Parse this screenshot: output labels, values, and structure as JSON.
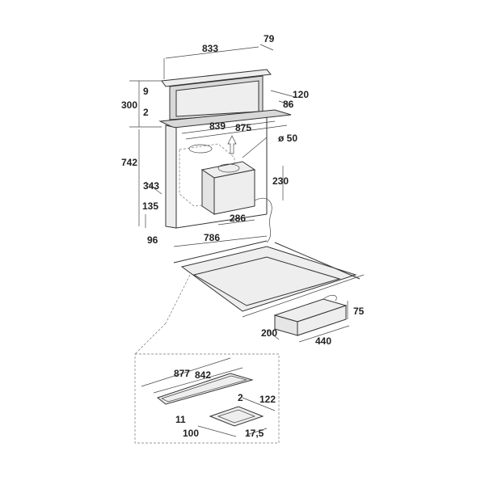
{
  "drawing": {
    "hood_dimensions": {
      "width_top": "833",
      "depth_top": "79",
      "top_lip": "9",
      "rise_height": "300",
      "gap": "2",
      "depth_outer": "120",
      "depth_inner": "86",
      "width_inner": "839",
      "width_outer": "875",
      "outlet_diameter": "ø 50",
      "total_height": "742",
      "motor_depth": "343",
      "motor_height": "230",
      "bottom_offset": "135",
      "motor_width": "286",
      "bottom_depth": "96",
      "body_width": "786"
    },
    "control_box": {
      "height": "75",
      "depth": "200",
      "width": "440"
    },
    "cutout_detail": {
      "outer_width": "877",
      "inner_width": "842",
      "gap": "2",
      "depth": "122",
      "frame": "11",
      "inner_depth": "100",
      "lip": "17,5"
    }
  }
}
